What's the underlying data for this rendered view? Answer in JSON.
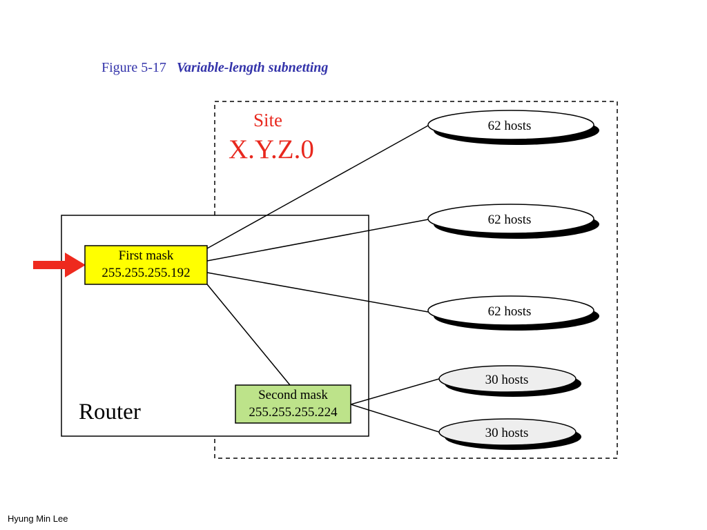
{
  "figure": {
    "number": "Figure  5-17",
    "title": "Variable-length subnetting"
  },
  "site": {
    "label": "Site",
    "address": "X.Y.Z.0"
  },
  "router": {
    "label": "Router",
    "first_mask": {
      "label": "First mask",
      "value": "255.255.255.192"
    },
    "second_mask": {
      "label": "Second mask",
      "value": "255.255.255.224"
    }
  },
  "subnets": [
    {
      "label": "62 hosts"
    },
    {
      "label": "62 hosts"
    },
    {
      "label": "62 hosts"
    },
    {
      "label": "30 hosts"
    },
    {
      "label": "30 hosts"
    }
  ],
  "footer": {
    "author": "Hyung Min Lee"
  },
  "colors": {
    "title_text": "#3333aa",
    "site_text": "#e8281e",
    "first_mask_fill": "#ffff00",
    "second_mask_fill": "#bde38a",
    "arrow": "#ee2a1e",
    "ellipse_62_fill": "#ffffff",
    "ellipse_30_fill": "#eeeeee"
  }
}
